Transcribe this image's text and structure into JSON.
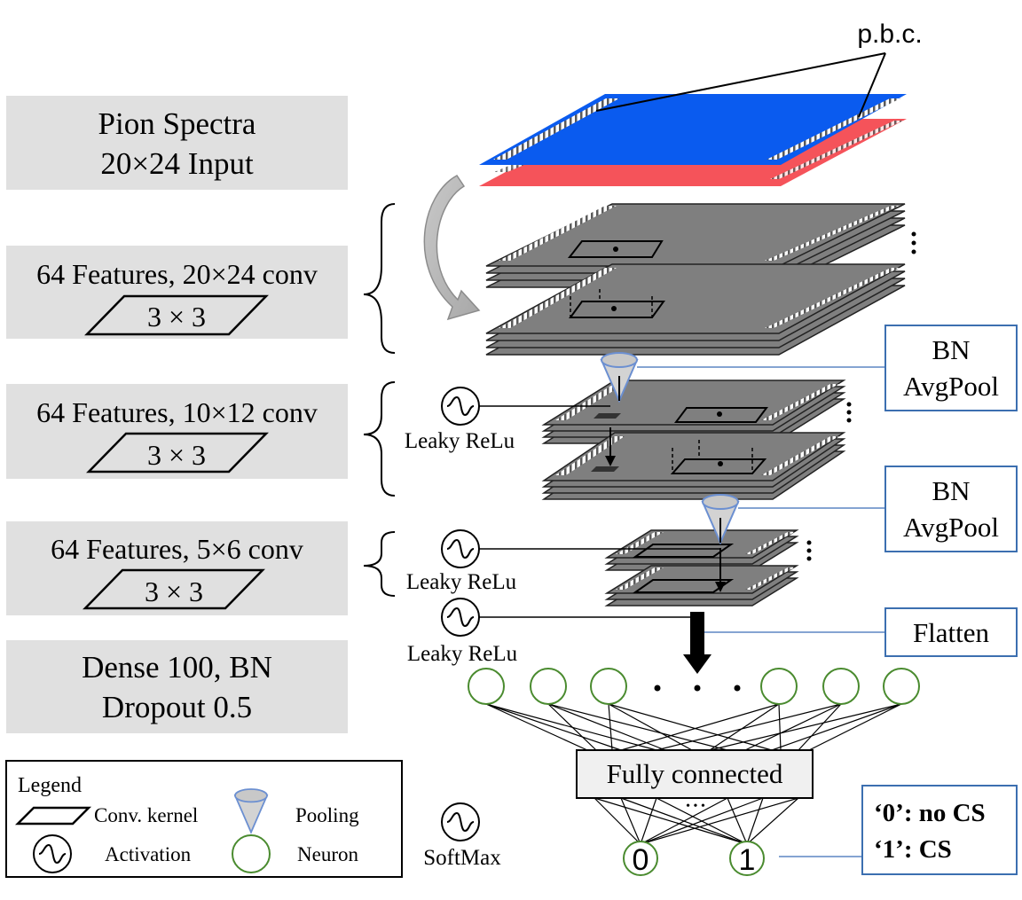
{
  "layer_boxes": [
    {
      "line1": "Pion Spectra",
      "line2": "20×24 Input"
    },
    {
      "line1": "64 Features, 20×24 conv",
      "kernel": "3 × 3"
    },
    {
      "line1": "64 Features, 10×12 conv",
      "kernel": "3 × 3"
    },
    {
      "line1": "64 Features, 5×6 conv",
      "kernel": "3 × 3"
    },
    {
      "line1": "Dense 100, BN",
      "line2": "Dropout 0.5"
    }
  ],
  "annotations": {
    "pbc": "p.b.c.",
    "bn_pool_1": {
      "line1": "BN",
      "line2": "AvgPool"
    },
    "bn_pool_2": {
      "line1": "BN",
      "line2": "AvgPool"
    },
    "flatten": "Flatten",
    "fully_connected": "Fully connected",
    "activation_1": "Leaky ReLu",
    "activation_2": "Leaky ReLu",
    "activation_3": "Leaky ReLu",
    "softmax": "SoftMax",
    "ellipsis": "• • •",
    "output_0": "0",
    "output_1": "1",
    "result": {
      "line1": "‘0’: no CS",
      "line2": "‘1’: CS"
    }
  },
  "legend": {
    "title": "Legend",
    "conv_kernel": "Conv. kernel",
    "pooling": "Pooling",
    "activation": "Activation",
    "neuron": "Neuron"
  },
  "colors": {
    "box_fill": "#e0e0e0",
    "input_blue": "#0a5bef",
    "input_red": "#f5535a",
    "feature_gray": "#7f7f7f",
    "neuron_green": "#4a8b2f",
    "annotation_border": "#3c6fb0",
    "pool_blue": "#6b8fd1"
  }
}
